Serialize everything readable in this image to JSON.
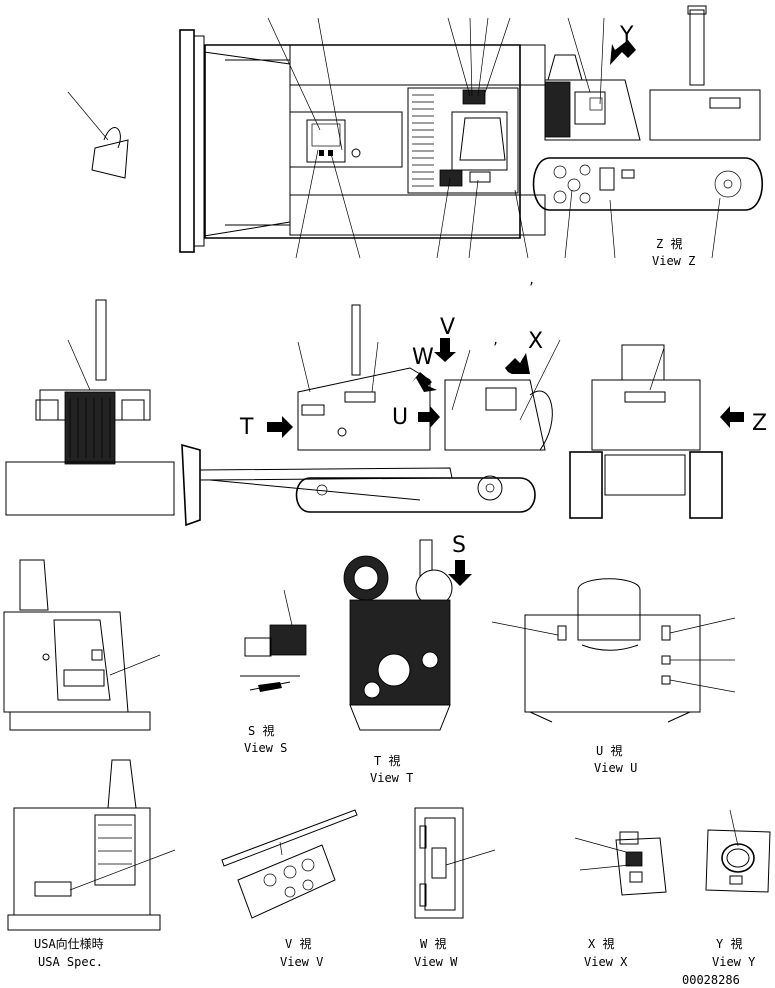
{
  "views": {
    "z": {
      "jp": "Z 視",
      "en": "View Z"
    },
    "s": {
      "jp": "S 視",
      "en": "View S"
    },
    "t": {
      "jp": "T 視",
      "en": "View T"
    },
    "u": {
      "jp": "U 視",
      "en": "View U"
    },
    "v": {
      "jp": "V 視",
      "en": "View V"
    },
    "w": {
      "jp": "W 視",
      "en": "View W"
    },
    "x": {
      "jp": "X 視",
      "en": "View X"
    },
    "y": {
      "jp": "Y 視",
      "en": "View Y"
    },
    "usa": {
      "jp": "USA向仕様時",
      "en": "USA Spec."
    }
  },
  "arrow_letters": {
    "y": "Y",
    "t": "T",
    "u": "U",
    "w": "W",
    "v": "V",
    "x": "X",
    "z": "Z",
    "s": "S"
  },
  "marks": {
    "comma_top": ",",
    "comma_mid": ","
  },
  "drawing_number": "00028286"
}
